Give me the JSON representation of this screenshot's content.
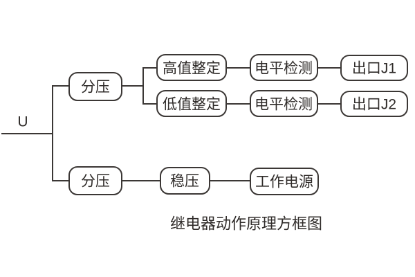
{
  "diagram": {
    "input_label": "U",
    "caption": "继电器动作原理方框图",
    "nodes": {
      "divider_top": "分压",
      "high_setting": "高值整定",
      "level_detect_1": "电平检测",
      "outlet_j1": "出口J1",
      "low_setting": "低值整定",
      "level_detect_2": "电平检测",
      "outlet_j2": "出口J2",
      "divider_bottom": "分压",
      "regulator": "稳压",
      "working_power": "工作电源"
    },
    "colors": {
      "line": "#3b3735",
      "text": "#2f2b29",
      "background": "#ffffff"
    }
  }
}
